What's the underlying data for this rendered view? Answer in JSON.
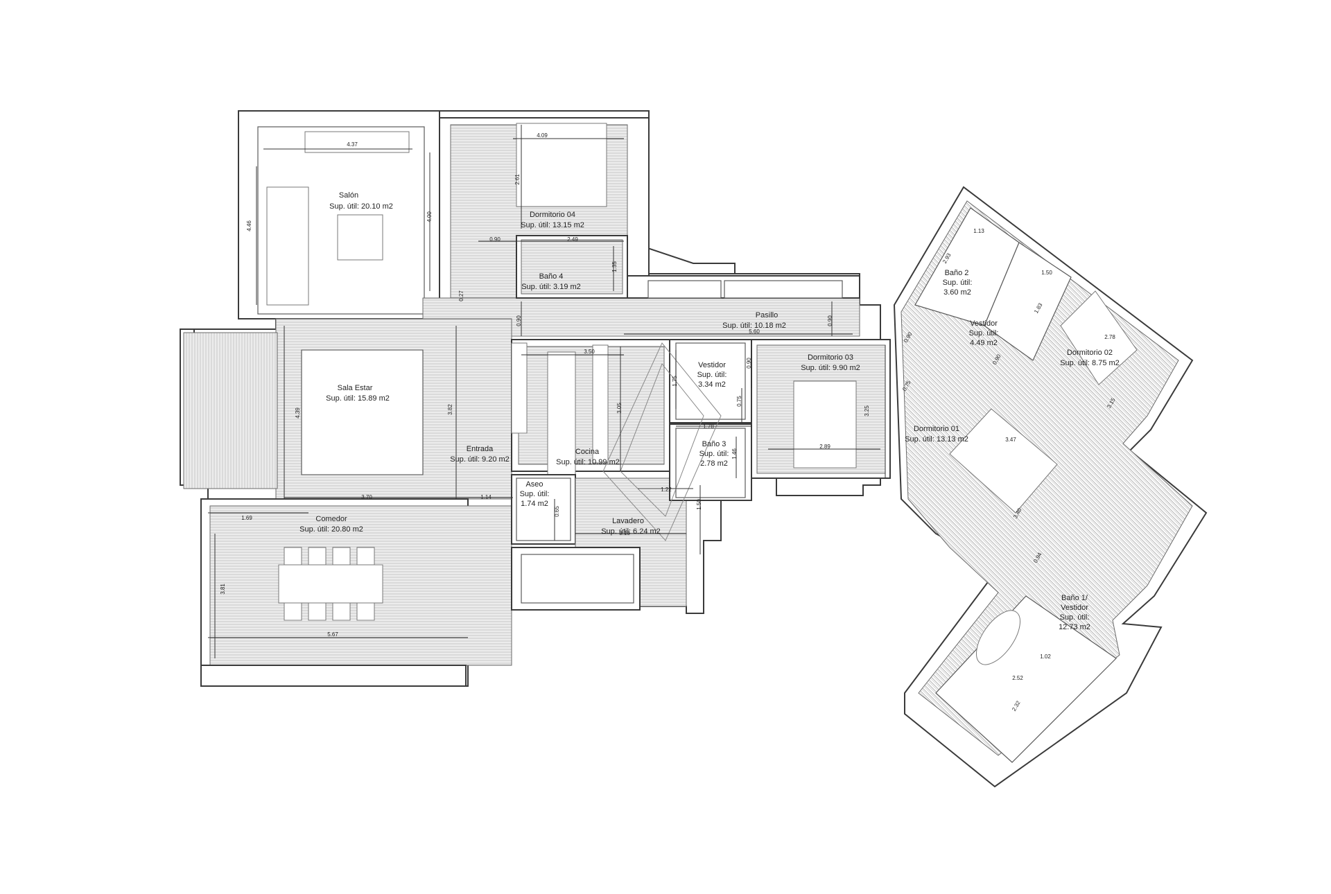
{
  "rooms": {
    "salon": {
      "name": "Salón",
      "area": "Sup. útil: 20.10 m2"
    },
    "dormitorio4": {
      "name": "Dormitorio 04",
      "area": "Sup. útil: 13.15 m2"
    },
    "bano4": {
      "name": "Baño 4",
      "area": "Sup. útil: 3.19 m2"
    },
    "pasillo": {
      "name": "Pasillo",
      "area": "Sup. útil: 10.18 m2"
    },
    "sala_estar": {
      "name": "Sala Estar",
      "area": "Sup. útil: 15.89 m2"
    },
    "entrada": {
      "name": "Entrada",
      "area": "Sup. útil: 9.20 m2"
    },
    "cocina": {
      "name": "Cocina",
      "area": "Sup. útil: 10.99 m2"
    },
    "vestidor3": {
      "name": "Vestidor",
      "area1": "Sup. útil:",
      "area2": "3.34 m2"
    },
    "dormitorio3": {
      "name": "Dormitorio 03",
      "area": "Sup. útil: 9.90 m2"
    },
    "bano3": {
      "name": "Baño 3",
      "area1": "Sup. útil:",
      "area2": "2.78 m2"
    },
    "aseo": {
      "name": "Aseo",
      "area1": "Sup. útil:",
      "area2": "1.74 m2"
    },
    "lavadero": {
      "name": "Lavadero",
      "area": "Sup. útil: 6.24 m2"
    },
    "comedor": {
      "name": "Comedor",
      "area": "Sup. útil: 20.80 m2"
    },
    "bano2": {
      "name": "Baño 2",
      "area1": "Sup. útil:",
      "area2": "3.60 m2"
    },
    "vestidor2": {
      "name": "Vestidor",
      "area1": "Sup. útil:",
      "area2": "4.49 m2"
    },
    "dormitorio2": {
      "name": "Dormitorio 02",
      "area": "Sup. útil: 8.75 m2"
    },
    "dormitorio1": {
      "name": "Dormitorio 01",
      "area": "Sup. útil: 13.13 m2"
    },
    "bano1": {
      "name": "Baño 1/",
      "name2": "Vestidor",
      "area1": "Sup. útil:",
      "area2": "12.73 m2"
    }
  },
  "dimensions": {
    "d437": "4.37",
    "d446": "4.46",
    "d400": "4.00",
    "d409": "4.09",
    "d261": "2.61",
    "d090a": "0.90",
    "d249": "2.49",
    "d135": "1.35",
    "d027": "0.27",
    "d090b": "0.90",
    "d560": "5.60",
    "d090c": "0.90",
    "d350": "3.50",
    "d439": "4.39",
    "d382": "3.82",
    "d305": "3.05",
    "d175": "1.75",
    "d090d": "0.90",
    "d075": "0.75",
    "d178": "1.78",
    "d146": "1.46",
    "d325": "3.25",
    "d289": "2.89",
    "d370": "3.70",
    "d114": "1.14",
    "d169": "1.69",
    "d065": "0.65",
    "d122": "1.22",
    "d318": "3.18",
    "d150": "1.50",
    "d381": "3.81",
    "d567": "5.67",
    "d113": "1.13",
    "d293": "2.93",
    "d150b": "1.50",
    "d183": "1.83",
    "d090e": "0.90",
    "d090f": "0.90",
    "d278": "2.78",
    "d075b": "0.75",
    "d315": "3.15",
    "d347": "3.47",
    "d340": "3.40",
    "d094": "0.94",
    "d102": "1.02",
    "d252": "2.52",
    "d232": "2.32"
  }
}
